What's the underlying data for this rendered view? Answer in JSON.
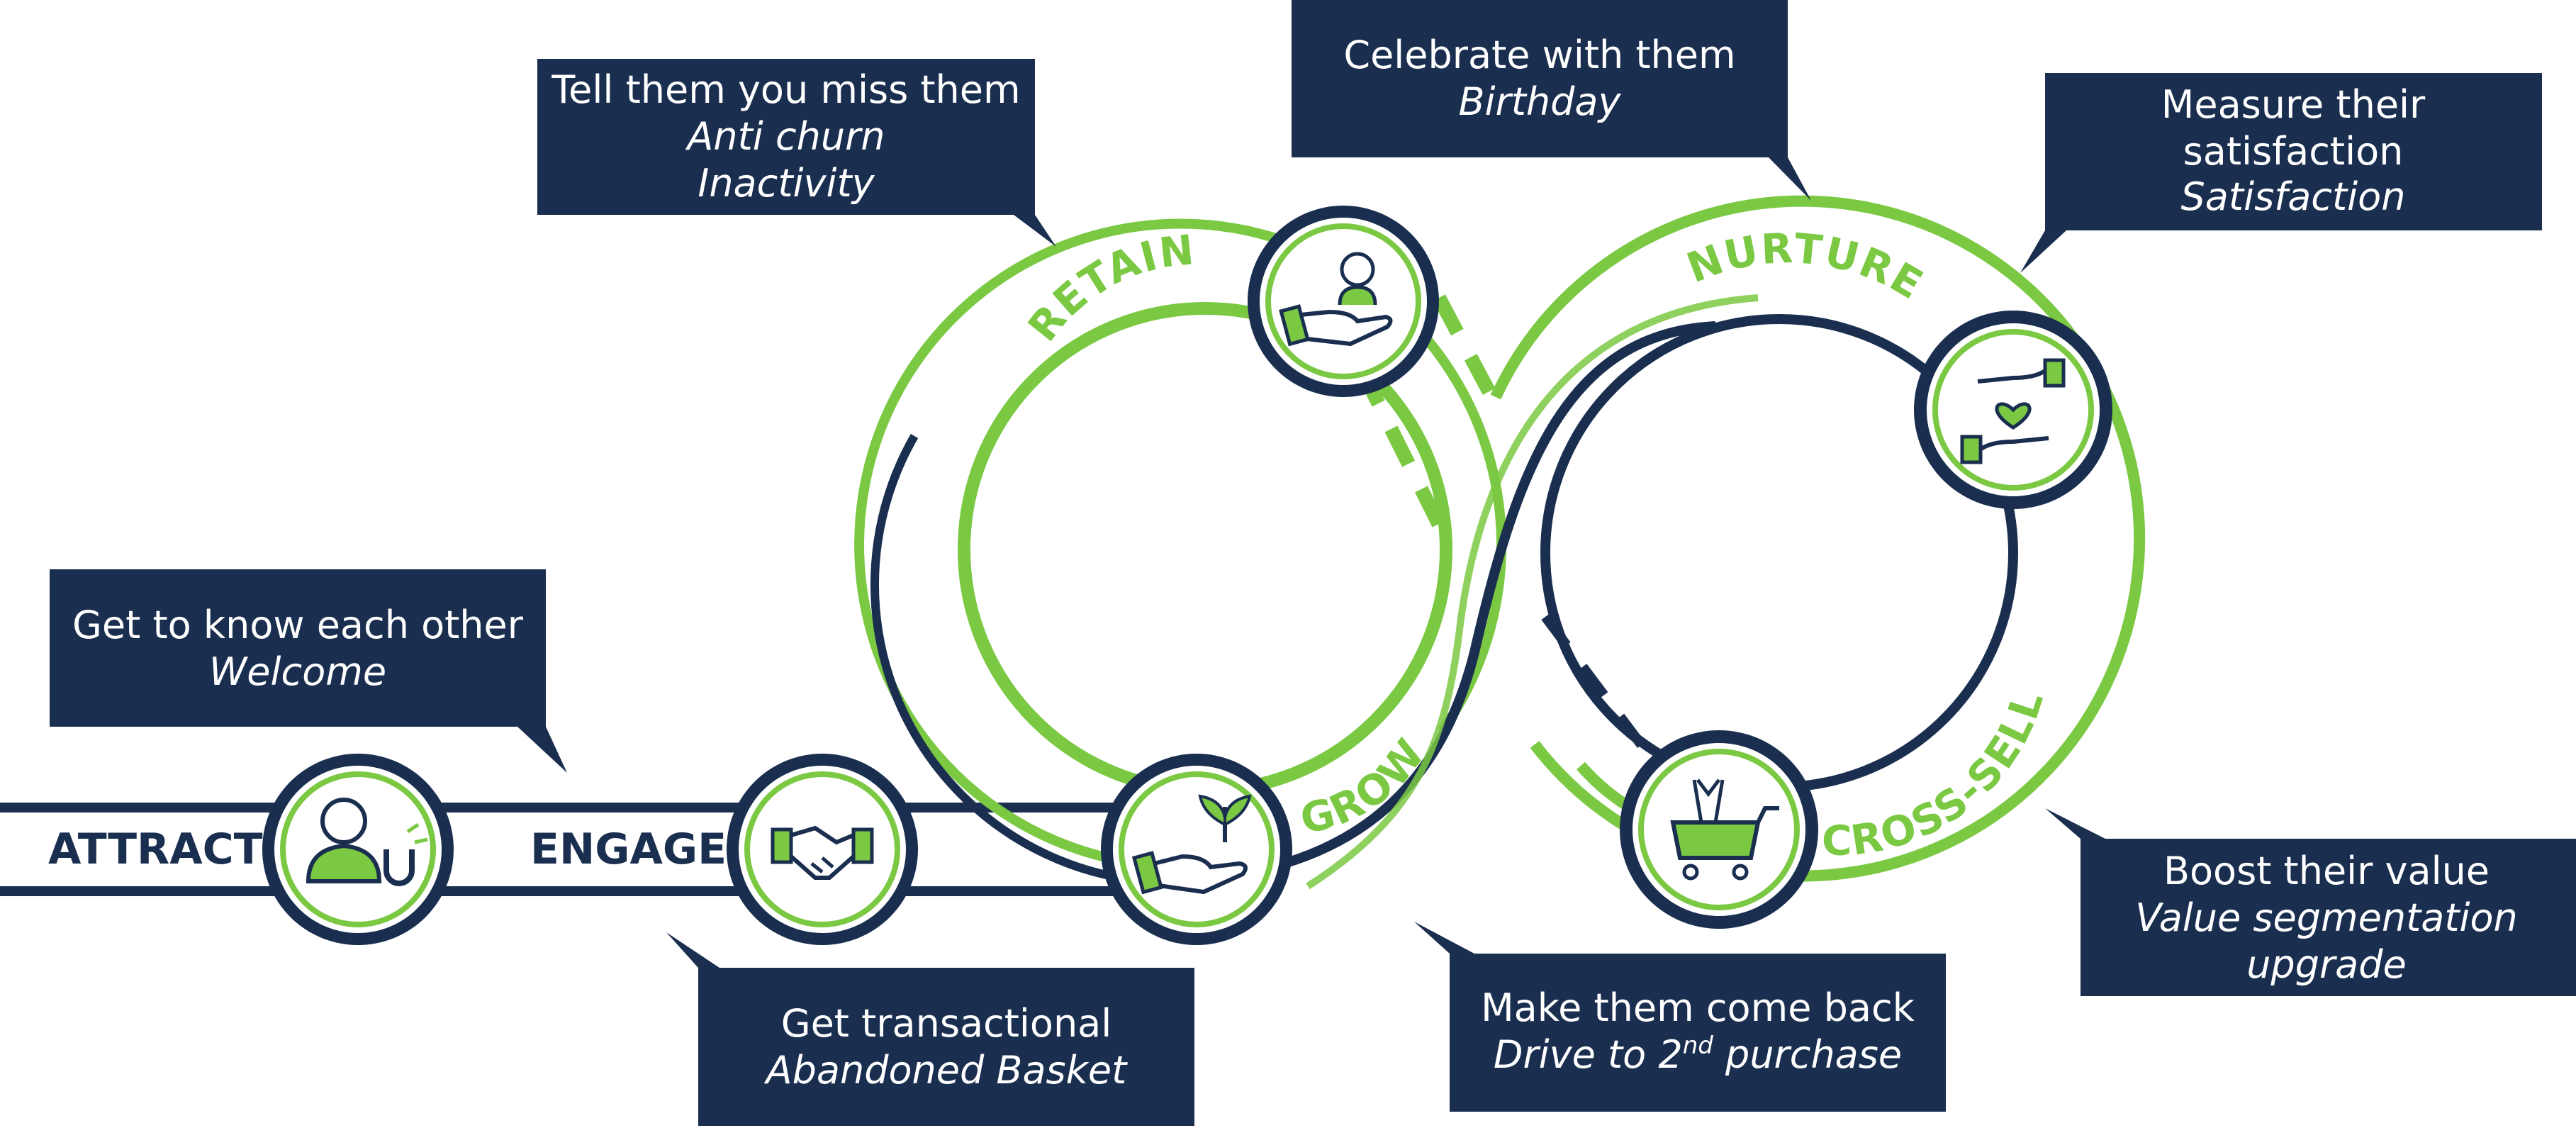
{
  "colors": {
    "navy": "#1a2e4f",
    "green": "#7bc943",
    "white": "#ffffff"
  },
  "stages": {
    "attract": "ATTRACT",
    "engage": "ENGAGE",
    "retain": "RETAIN",
    "grow": "GROW",
    "nurture": "NURTURE",
    "cross_sell": "CROSS-SELL"
  },
  "callouts": {
    "welcome": {
      "head": "Get to know each other",
      "sub1": "Welcome"
    },
    "abandoned": {
      "head": "Get transactional",
      "sub1": "Abandoned Basket"
    },
    "inactivity": {
      "head": "Tell them you miss them",
      "sub1": "Anti churn",
      "sub2": "Inactivity"
    },
    "birthday": {
      "head": "Celebrate with them",
      "sub1": "Birthday"
    },
    "satisfaction": {
      "head1": "Measure their",
      "head2": "satisfaction",
      "sub1": "Satisfaction"
    },
    "second_purchase": {
      "head": "Make them come back",
      "sub_pre": "Drive to 2",
      "sub_sup": "nd",
      "sub_post": " purchase"
    },
    "value": {
      "head": "Boost their value",
      "sub1": "Value segmentation",
      "sub2": "upgrade"
    }
  },
  "icons": [
    "person-magnet-icon",
    "handshake-icon",
    "hand-plant-icon",
    "hand-money-person-icon",
    "hands-heart-icon",
    "shopping-cart-icon"
  ]
}
